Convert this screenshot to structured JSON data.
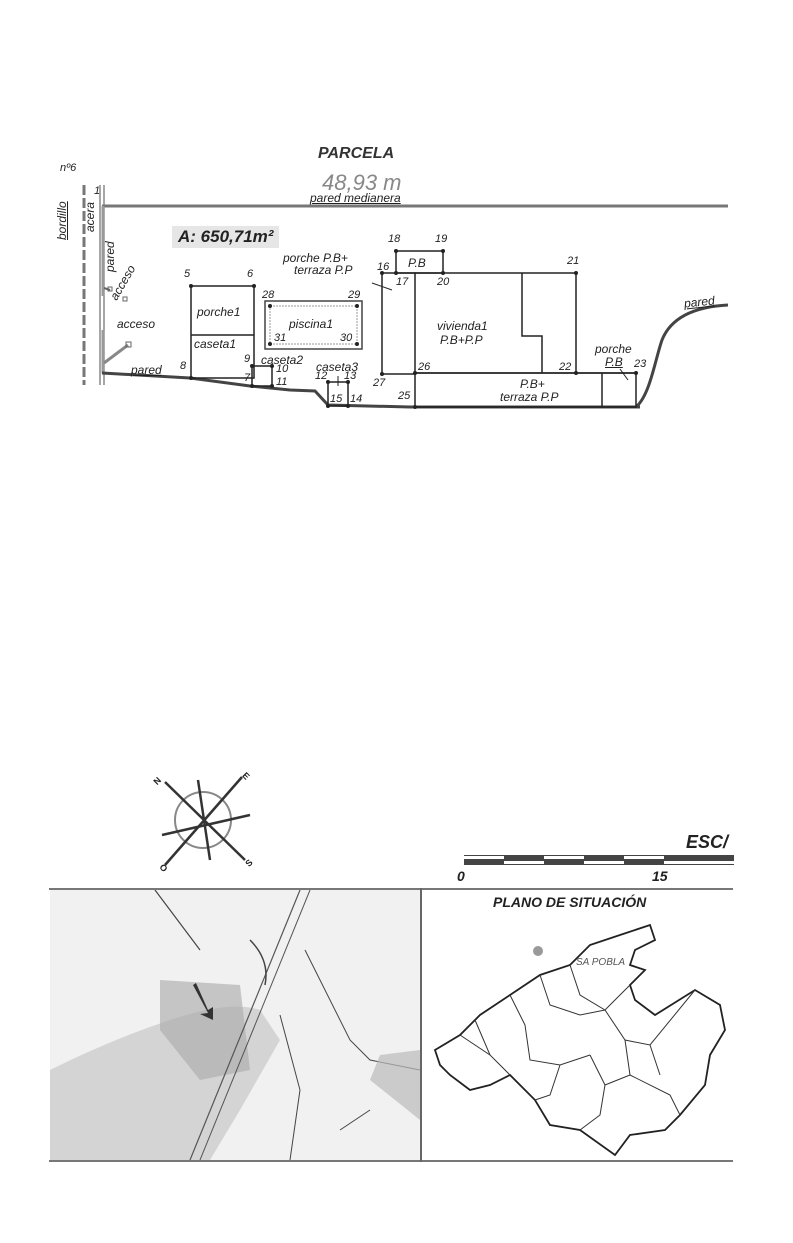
{
  "plan": {
    "title": "PARCELA",
    "street_number": "nº6",
    "frontage": "48,93 m",
    "top_boundary": "pared medianera",
    "area": "A: 650,71m²",
    "edge_labels": {
      "bordillo": "bordillo",
      "acera": "acera",
      "pared_left": "pared",
      "acceso_diag": "acceso",
      "acceso": "acceso",
      "pared_bottom": "pared",
      "pared_right": "pared"
    },
    "structures": {
      "porche1": "porche1",
      "caseta1": "caseta1",
      "caseta2": "caseta2",
      "caseta3": "caseta3",
      "piscina1": "piscina1",
      "pb_small": "P.B",
      "porche_terraza_line1": "porche P.B+",
      "porche_terraza_line2": "terraza P.P",
      "vivienda_line1": "vivienda1",
      "vivienda_line2": "P.B+P.P",
      "terraza_line1": "P.B+",
      "terraza_line2": "terraza P.P",
      "porche_right_line1": "porche",
      "porche_right_line2": "P.B"
    },
    "points": {
      "p1": "1",
      "p5": "5",
      "p6": "6",
      "p7": "7",
      "p8": "8",
      "p9": "9",
      "p10": "10",
      "p11": "11",
      "p12": "12",
      "p13": "13",
      "p14": "14",
      "p15": "15",
      "p16": "16",
      "p17": "17",
      "p18": "18",
      "p19": "19",
      "p20": "20",
      "p21": "21",
      "p22": "22",
      "p23": "23",
      "p25": "25",
      "p26": "26",
      "p27": "27",
      "p28": "28",
      "p29": "29",
      "p30": "30",
      "p31": "31"
    }
  },
  "compass": {
    "north": "N",
    "east": "E",
    "south": "S",
    "west": "O"
  },
  "scale": {
    "title": "ESC/",
    "start": "0",
    "mid": "15"
  },
  "location_map": {
    "title": "PLANO DE SITUACIÓN",
    "town": "SA POBLA"
  }
}
